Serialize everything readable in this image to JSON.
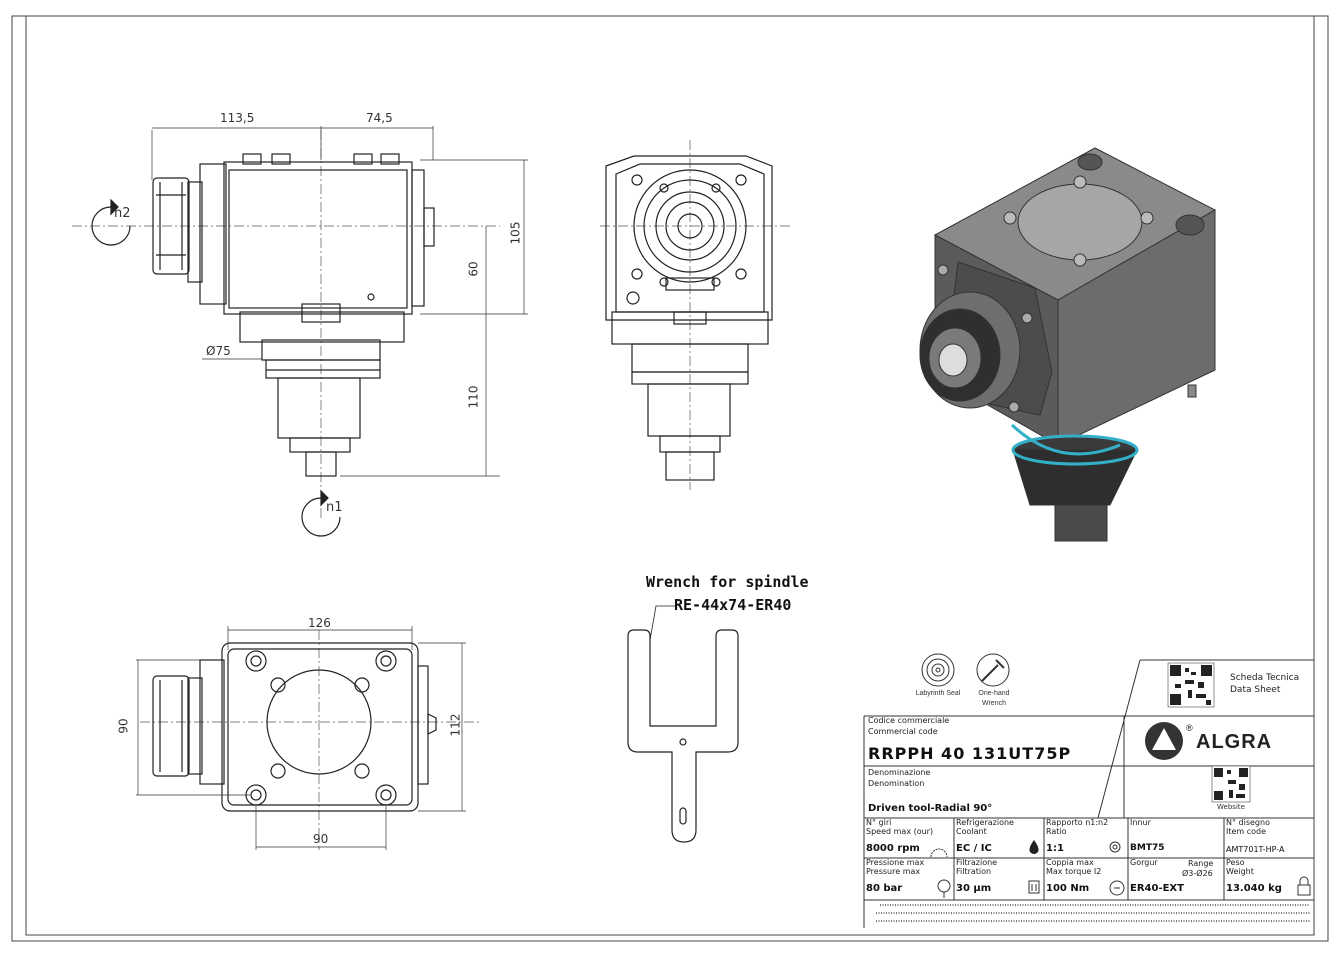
{
  "views": {
    "side": {
      "dim_top_left": "113,5",
      "dim_top_right": "74,5",
      "dim_height_total": "105",
      "dim_height_mid": "60",
      "dim_height_lower": "110",
      "dim_diameter": "Ø75",
      "rotation_top": "n2",
      "rotation_bottom": "n1"
    },
    "bottom": {
      "dim_width": "126",
      "dim_height_left": "90",
      "dim_height_right": "112",
      "dim_bottom": "90"
    }
  },
  "wrench": {
    "title": "Wrench for spindle",
    "code": "RE-44x74-ER40"
  },
  "icons": {
    "labyrinth_label": "Labyrinth Seal",
    "wrench_label_1": "One-hand",
    "wrench_label_2": "Wrench"
  },
  "titleblock": {
    "scheda_1": "Scheda Tecnica",
    "scheda_2": "Data Sheet",
    "website_label": "Website",
    "brand": "ALGRA",
    "brand_reg": "®",
    "code_label_it": "Codice commerciale",
    "code_label_en": "Commercial code",
    "code_value": "RRPPH 40 131UT75P",
    "denom_label_it": "Denominazione",
    "denom_label_en": "Denomination",
    "denom_value": "Driven tool-Radial 90°",
    "speed_label_it": "N° giri",
    "speed_label_en": "Speed max (our)",
    "speed_value": "8000 rpm",
    "coolant_label_it": "Refrigerazione",
    "coolant_label_en": "Coolant",
    "coolant_value": "EC / IC",
    "ratio_label_it": "Rapporto n1:n2",
    "ratio_label_en": "Ratio",
    "ratio_value": "1:1",
    "attach_label_it": "Innur",
    "attach_value": "BMT75",
    "drawing_label_it": "N° disegno",
    "drawing_label_en": "Item code",
    "drawing_value": "AMT701T-HP-A",
    "pressure_label_it": "Pressione max",
    "pressure_label_en": "Pressure max",
    "pressure_value": "80 bar",
    "filter_label_it": "Filtrazione",
    "filter_label_en": "Filtration",
    "filter_value": "30 μm",
    "torque_label_it": "Coppia max",
    "torque_label_en": "Max torque I2",
    "torque_value": "100 Nm",
    "collet_label_it": "Gorgur",
    "range_label": "Range",
    "range_value": "Ø3-Ø26",
    "collet_value": "ER40-EXT",
    "weight_label_it": "Peso",
    "weight_label_en": "Weight",
    "weight_value": "13.040 kg"
  }
}
